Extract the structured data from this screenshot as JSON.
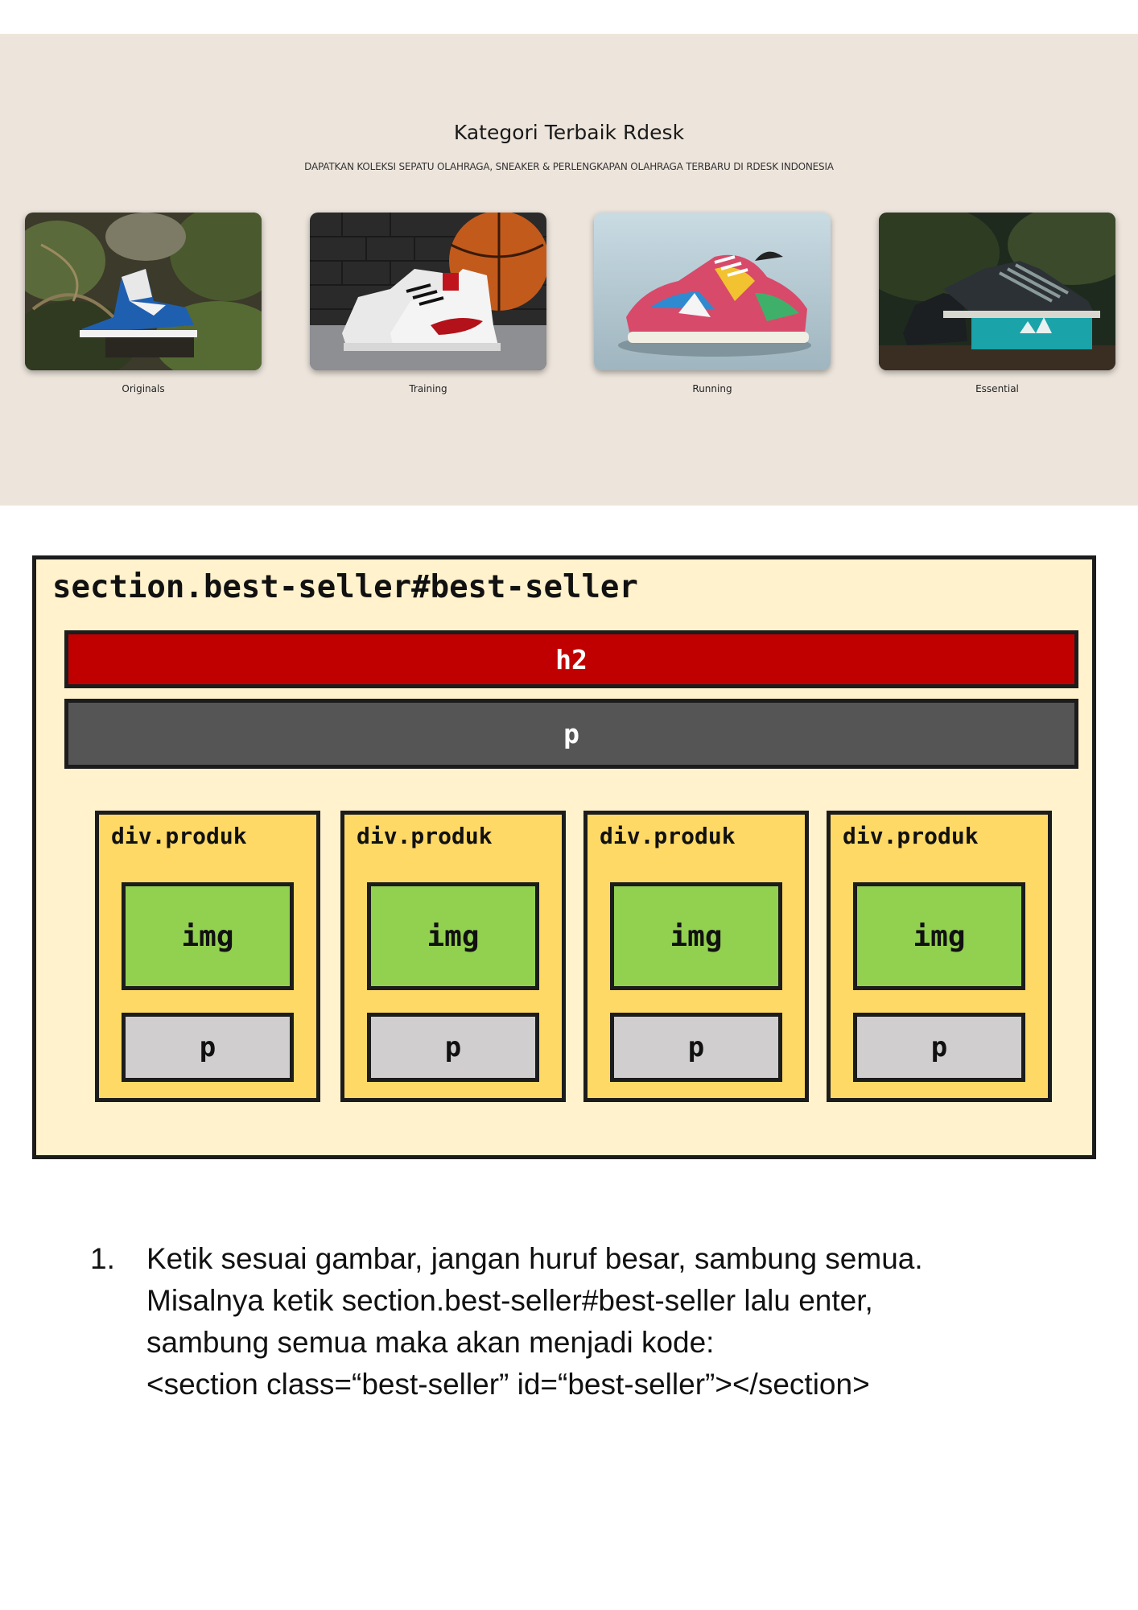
{
  "category_section": {
    "title": "Kategori Terbaik Rdesk",
    "subtitle": "DAPATKAN KOLEKSI SEPATU OLAHRAGA, SNEAKER & PERLENGKAPAN OLAHRAGA TERBARU DI RDESK INDONESIA",
    "cards": [
      {
        "caption": "Originals",
        "image": "blue-high-top-sneaker-on-moss"
      },
      {
        "caption": "Training",
        "image": "white-red-sneakers-with-basketball"
      },
      {
        "caption": "Running",
        "image": "colorful-patterned-running-shoe"
      },
      {
        "caption": "Essential",
        "image": "dark-sneaker-on-teal-box"
      }
    ]
  },
  "diagram": {
    "section_label": "section.best-seller#best-seller",
    "h2_label": "h2",
    "p_label": "p",
    "produk": [
      {
        "label": "div.produk",
        "img_label": "img",
        "p_label": "p"
      },
      {
        "label": "div.produk",
        "img_label": "img",
        "p_label": "p"
      },
      {
        "label": "div.produk",
        "img_label": "img",
        "p_label": "p"
      },
      {
        "label": "div.produk",
        "img_label": "img",
        "p_label": "p"
      }
    ],
    "colors": {
      "section_bg": "#fff2cc",
      "h2_bg": "#c00000",
      "p_bg": "#555555",
      "produk_bg": "#ffd966",
      "img_bg": "#92d050",
      "produk_p_bg": "#d0cece"
    }
  },
  "instructions": {
    "number": "1.",
    "lines": [
      "Ketik sesuai gambar, jangan huruf besar, sambung semua.",
      "Misalnya ketik section.best-seller#best-seller lalu enter,",
      "sambung semua maka akan menjadi kode:",
      "<section class=“best-seller” id=“best-seller”></section>"
    ]
  }
}
